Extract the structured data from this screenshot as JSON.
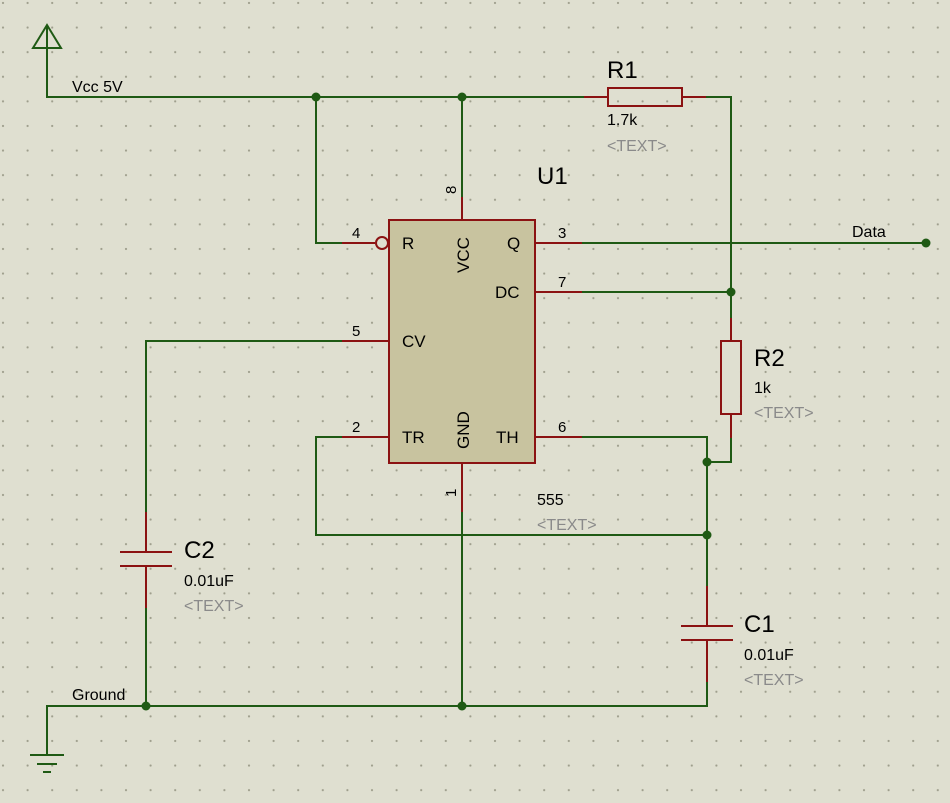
{
  "power": {
    "vcc_label": "Vcc 5V",
    "ground_label": "Ground"
  },
  "output": {
    "label": "Data"
  },
  "ic": {
    "ref": "U1",
    "value": "555",
    "text_placeholder": "<TEXT>",
    "pins": {
      "r": {
        "num": "4",
        "name": "R"
      },
      "vcc": {
        "num": "8",
        "name": "VCC"
      },
      "q": {
        "num": "3",
        "name": "Q"
      },
      "dc": {
        "num": "7",
        "name": "DC"
      },
      "cv": {
        "num": "5",
        "name": "CV"
      },
      "tr": {
        "num": "2",
        "name": "TR"
      },
      "gnd": {
        "num": "1",
        "name": "GND"
      },
      "th": {
        "num": "6",
        "name": "TH"
      }
    }
  },
  "components": {
    "r1": {
      "ref": "R1",
      "value": "1.7k",
      "text": "<TEXT>"
    },
    "r2": {
      "ref": "R2",
      "value": "1k",
      "text": "<TEXT>"
    },
    "c1": {
      "ref": "C1",
      "value": "0.01uF",
      "text": "<TEXT>"
    },
    "c2": {
      "ref": "C2",
      "value": "0.01uF",
      "text": "<TEXT>"
    }
  },
  "colors": {
    "background": "#dfdfd0",
    "grid_dot": "#9e9e8c",
    "wire": "#1f5a14",
    "component_outline": "#8b1212",
    "ic_fill": "#c8c39f",
    "placeholder_text": "#8a8a8a"
  },
  "icons": [
    "power-terminal-icon",
    "ground-terminal-icon",
    "junction-dot-icon"
  ]
}
